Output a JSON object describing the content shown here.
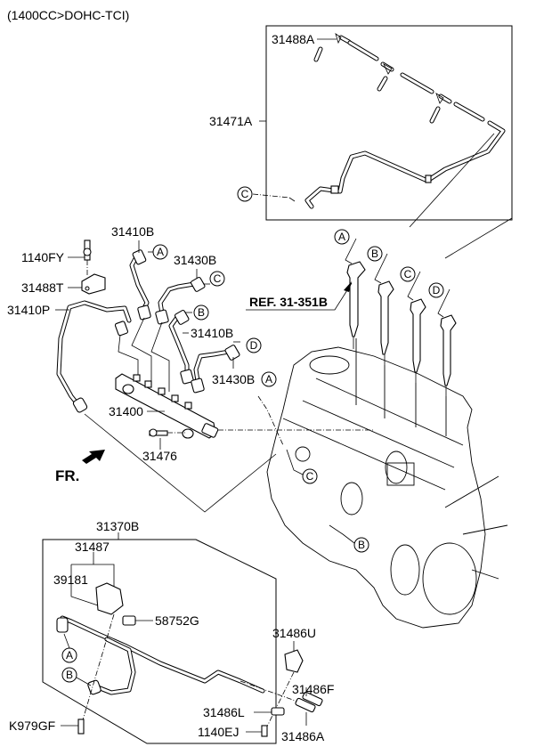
{
  "title": "(1400CC>DOHC-TCI)",
  "orientation_label": "FR.",
  "reference_label": "REF. 31-351B",
  "callouts": {
    "p31488A": "31488A",
    "p31471A": "31471A",
    "p31410B_top": "31410B",
    "p1140FY": "1140FY",
    "p31430B_top": "31430B",
    "p31488T": "31488T",
    "p31410P": "31410P",
    "p31410B_mid": "31410B",
    "p31430B_low": "31430B",
    "p31400": "31400",
    "p31476": "31476",
    "p31370B": "31370B",
    "p31487": "31487",
    "p39181": "39181",
    "p58752G": "58752G",
    "p31486U": "31486U",
    "p31486F": "31486F",
    "p31486L": "31486L",
    "p1140EJ": "1140EJ",
    "p31486A": "31486A",
    "pK979GF": "K979GF"
  },
  "connection_markers": {
    "box_c": "C",
    "line_a_top": "A",
    "line_c_top": "C",
    "line_b_mid": "B",
    "line_d_mid": "D",
    "rail_a": "A",
    "inj_a": "A",
    "inj_b": "B",
    "inj_c": "C",
    "inj_d": "D",
    "engine_c": "C",
    "engine_b": "B",
    "return_a": "A",
    "return_b": "B"
  }
}
